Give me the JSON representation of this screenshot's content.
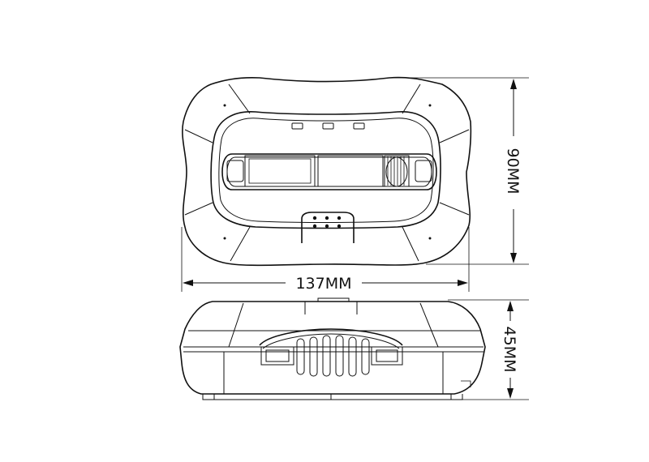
{
  "dimensions": {
    "width": "137MM",
    "height_top": "90MM",
    "height_side": "45MM"
  },
  "colors": {
    "line": "#111111",
    "background": "#ffffff"
  }
}
